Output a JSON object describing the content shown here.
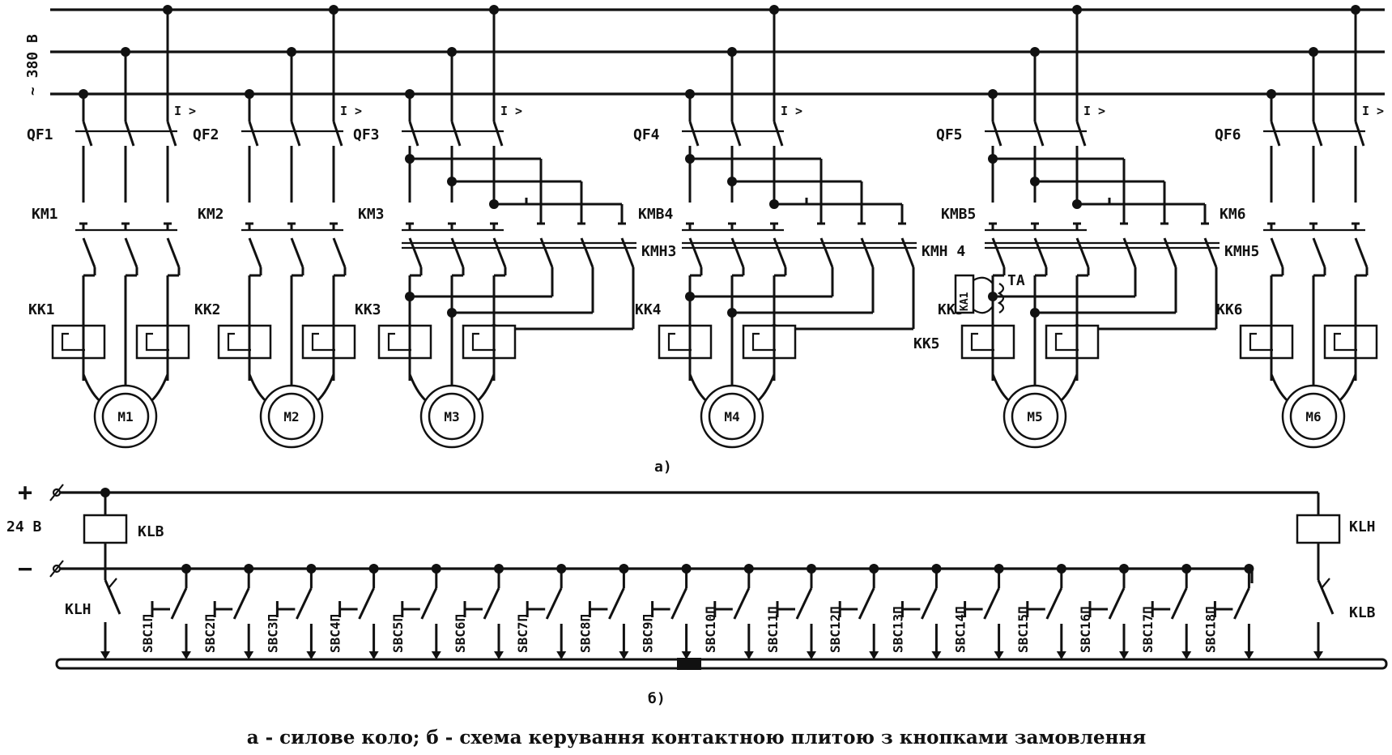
{
  "power": {
    "voltage": "~ 380 В",
    "overcurrent": "I >",
    "part_label": "а)",
    "branches": [
      {
        "breaker": "QF1",
        "contactors": [
          "КМ1"
        ],
        "relay": "КК1",
        "motor": "М1",
        "reversing": false,
        "current_relay": false
      },
      {
        "breaker": "QF2",
        "contactors": [
          "КМ2"
        ],
        "relay": "КК2",
        "motor": "М2",
        "reversing": false,
        "current_relay": false
      },
      {
        "breaker": "QF3",
        "contactors": [
          "КМ3",
          "КМН3"
        ],
        "relay": "КК3",
        "motor": "М3",
        "reversing": true,
        "current_relay": false
      },
      {
        "breaker": "QF4",
        "contactors": [
          "КМВ4",
          "КМН 4"
        ],
        "relay": "КК4",
        "motor": "М4",
        "reversing": true,
        "current_relay": false
      },
      {
        "breaker": "QF5",
        "contactors": [
          "КМВ5",
          "КМН5"
        ],
        "relay": "КК5",
        "motor": "М5",
        "reversing": true,
        "current_relay": true,
        "current_relay_label": "КА1",
        "transformer_label": "ТА"
      },
      {
        "breaker": "QF6",
        "contactors": [
          "КМ6"
        ],
        "relay": "КК6",
        "motor": "М6",
        "reversing": false,
        "current_relay": false
      }
    ]
  },
  "control": {
    "plus": "+",
    "minus": "−",
    "voltage": "24 В",
    "coil_left": "KLB",
    "coil_right": "KLH",
    "contact_left": "KLH",
    "contact_right": "KLB",
    "buttons": [
      "SBC1П",
      "SBC2П",
      "SBC3П",
      "SBC4П",
      "SBC5П",
      "SBC6П",
      "SBC7П",
      "SBC8П",
      "SBC9П",
      "SBC10П",
      "SBC11П",
      "SBC12П",
      "SBC13П",
      "SBC14П",
      "SBC15П",
      "SBC16П",
      "SBC17П",
      "SBC18П"
    ],
    "part_label": "б)"
  },
  "caption": "а - силове коло; б - схема керування контактною плитою з кнопками замовлення",
  "colors": {
    "ink": "#111111",
    "background": "#ffffff"
  }
}
